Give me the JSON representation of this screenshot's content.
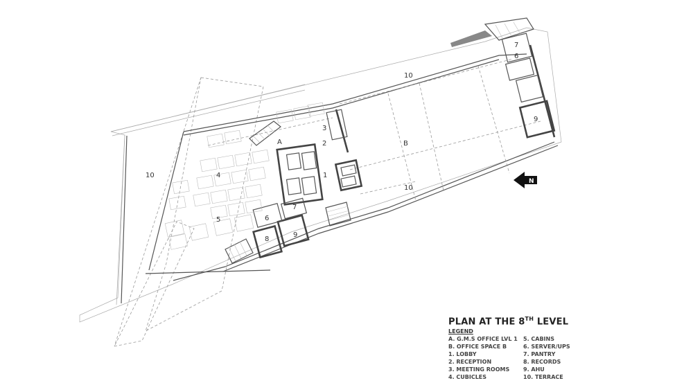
{
  "rooms": {
    "A": "A",
    "B": "B",
    "lobby": "1",
    "reception": "2",
    "meeting": "3",
    "cubicles": "4",
    "cabins": "5",
    "server_w": "6",
    "server_e": "6",
    "pantry_w": "7",
    "pantry_e": "7",
    "records": "8",
    "ahu_w": "9",
    "ahu_e": "9",
    "terrace_w": "10",
    "terrace_top": "10",
    "terrace_bottom": "10"
  },
  "north": {
    "letter": "N",
    "icon": "north-arrow-icon"
  },
  "legend": {
    "title": "PLAN AT THE 8",
    "title_sup": "TH",
    "title_end": " LEVEL",
    "subtitle": "LEGEND",
    "col1": [
      "A. G.M.S OFFICE LVL 1",
      "B. OFFICE SPACE B",
      "1. LOBBY",
      "2. RECEPTION",
      "3. MEETING ROOMS",
      "4. CUBICLES"
    ],
    "col2": [
      "5. CABINS",
      "6. SERVER/UPS",
      "7. PANTRY",
      "8. RECORDS",
      "9. AHU",
      "10. TERRACE"
    ]
  },
  "colors": {
    "wall": "#444444",
    "line": "#999999",
    "text": "#333333",
    "background": "#ffffff"
  }
}
